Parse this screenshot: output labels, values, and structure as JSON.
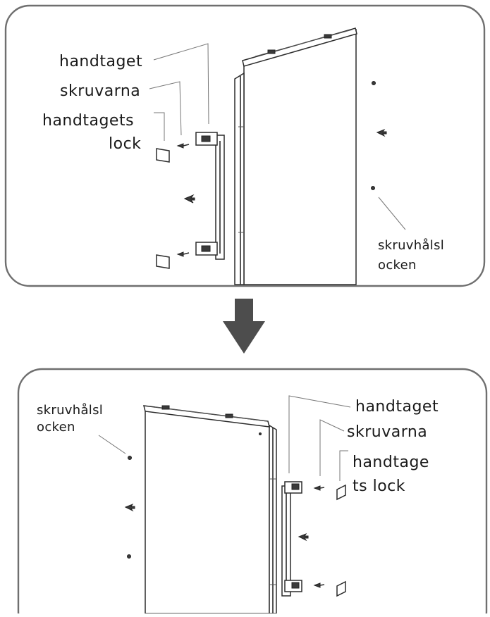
{
  "panel_top": {
    "labels": {
      "handle": "handtaget",
      "screws": "skruvarna",
      "handle_cover_line1": "handtagets",
      "handle_cover_line2": "lock",
      "hole_cover_line1": "skruvhålsl",
      "hole_cover_line2": "ocken"
    }
  },
  "panel_bottom": {
    "labels": {
      "hole_cover_line1": "skruvhålsl",
      "hole_cover_line2": "ocken",
      "handle": "handtaget",
      "screws": "skruvarna",
      "handle_cover_line1": "handtage",
      "handle_cover_line2": "ts lock"
    }
  },
  "colors": {
    "frame": "#6f6f6f",
    "arrow": "#4d4d4d",
    "ink": "#1a1a1a"
  }
}
